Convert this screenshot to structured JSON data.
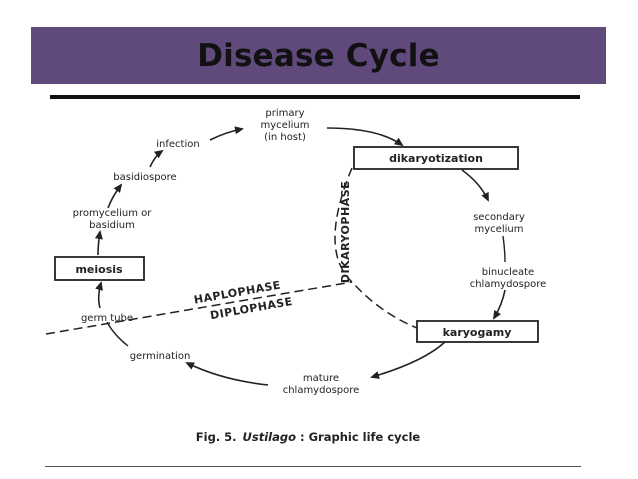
{
  "title": "Disease Cycle",
  "diagram": {
    "labels": {
      "primary_mycelium": [
        "primary",
        "mycelium",
        "(in host)"
      ],
      "dikaryotization": "dikaryotization",
      "secondary_mycelium": [
        "secondary",
        "mycelium"
      ],
      "binucleate_chlamydospore": [
        "binucleate",
        "chlamydospore"
      ],
      "karyogamy": "karyogamy",
      "mature_chlamydospore": [
        "mature",
        "chlamydospore"
      ],
      "germination": "germination",
      "germ_tube": "germ tube",
      "meiosis": "meiosis",
      "promycelium": [
        "promycelium or",
        "basidium"
      ],
      "basidiospore": "basidiospore",
      "infection": "infection"
    },
    "phases": {
      "haplophase": "HAPLOPHASE",
      "diplophase": "DIPLOPHASE",
      "dikaryophase": "DIKARYOPHASE"
    },
    "caption": {
      "prefix": "Fig. 5.",
      "genus": "Ustilago",
      "rest": ": Graphic life cycle"
    }
  }
}
